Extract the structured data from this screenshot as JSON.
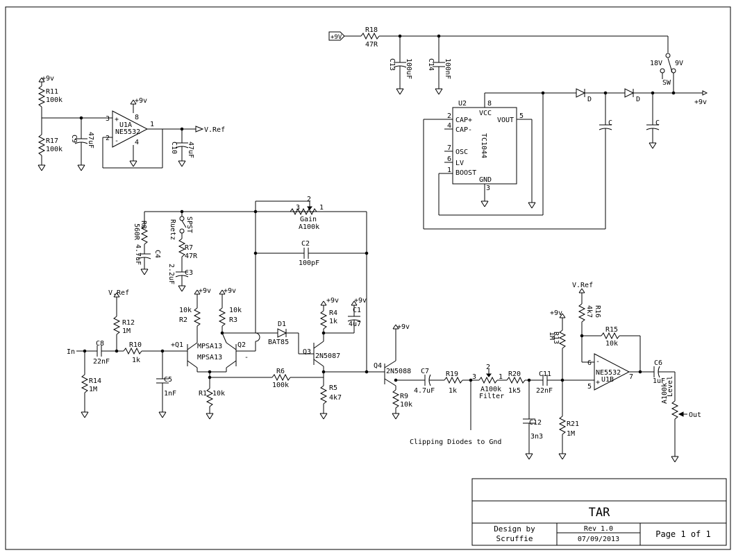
{
  "title_block": {
    "title": "TAR",
    "design_by_line1": "Design by",
    "design_by_line2": "Scruffie",
    "rev": "Rev 1.0",
    "date": "07/09/2013",
    "page": "Page 1 of 1"
  },
  "labels": {
    "r11": "R11",
    "r11v": "100k",
    "r17": "R17",
    "r17v": "100k",
    "c9": "C9",
    "c9v": "47uF",
    "u1a": "U1A",
    "u1a_part": "NE5532",
    "c10": "C10",
    "c10v": "47uF",
    "vref_out": "V.Ref",
    "vref_r12": "V.Ref",
    "vref_r16": "V.Ref",
    "p9v_r11": "+9v",
    "p9v_u1a": "+9v",
    "p9v_r2": "+9v",
    "p9v_r3": "+9v",
    "p9v_r4": "+9v",
    "p9v_c1": "+9v",
    "p9v_q4": "+9v",
    "p9v_r13": "+9v",
    "pin_u1a_3": "3",
    "pin_u1a_2": "2",
    "pin_u1a_8": "8",
    "pin_u1a_4": "4",
    "pin_u1a_1": "1",
    "plus9v_in": "+9V",
    "r18": "R18",
    "r18v": "47R",
    "c13": "C13",
    "c13v": "100uF",
    "c14": "C14",
    "c14v": "100nF",
    "sw_18v": "18V",
    "sw_9v": "9V",
    "sw": "SW",
    "out_9v": "+9v",
    "u2": "U2",
    "u2_part": "TC1044",
    "u2_vcc": "VCC",
    "u2_capp": "CAP+",
    "u2_capm": "CAP-",
    "u2_osc": "OSC",
    "u2_lv": "LV",
    "u2_boost": "BOOST",
    "u2_vout": "VOUT",
    "u2_gnd": "GND",
    "u2_p8": "8",
    "u2_p2": "2",
    "u2_p4": "4",
    "u2_p7": "7",
    "u2_p6": "6",
    "u2_p1": "1",
    "u2_p5": "5",
    "u2_p3": "3",
    "d_a": "D",
    "d_b": "D",
    "c_a": "C",
    "c_b": "C",
    "gain_pin2": "2",
    "gain_pin3": "3",
    "gain_pin1": "1",
    "gain": "Gain",
    "gain_v": "A100k",
    "r8": "R8",
    "r8v": "560R",
    "c4": "C4",
    "c4v": "4.7uF",
    "spst": "SPST",
    "ruetz": "Ruetz",
    "r7": "R7",
    "r7v": "47R",
    "c3": "C3",
    "c3v": "2.2uF",
    "c2": "C2",
    "c2v": "100pF",
    "r2": "R2",
    "r2v": "10k",
    "r3": "R3",
    "r3v": "10k",
    "q1": "+Q1",
    "q2": "Q2",
    "mpsa_a": "MPSA13",
    "mpsa_b": "MPSA13",
    "minus_q2": "-",
    "in": "In",
    "c8": "C8",
    "c8v": "22nF",
    "r12": "R12",
    "r12v": "1M",
    "r10": "R10",
    "r10v": "1k",
    "r14": "R14",
    "r14v": "1M",
    "c5": "C5",
    "c5v": "1nF",
    "r1": "R1",
    "r1v": "10k",
    "d1": "D1",
    "d1v": "BAT85",
    "r6": "R6",
    "r6v": "100k",
    "q3": "Q3",
    "q3_part": "2N5087",
    "r4": "R4",
    "r4v": "1k",
    "c1": "C1",
    "c1v": "4u7",
    "r5": "R5",
    "r5v": "4k7",
    "q4": "Q4",
    "q4_part": "2N5088",
    "r9": "R9",
    "r9v": "10k",
    "c7": "C7",
    "c7v": "4.7uF",
    "r19": "R19",
    "r19v": "1k",
    "filter_pin2": "2",
    "filter_pin3": "3",
    "filter_pin1": "1",
    "filter_v": "A100k",
    "filter": "Filter",
    "r20": "R20",
    "r20v": "1k5",
    "c11": "C11",
    "c11v": "22nF",
    "c12": "C12",
    "c12v": "3n3",
    "clipping": "Clipping Diodes to Gnd",
    "r13": "R13",
    "r13v": "1M",
    "r21": "R21",
    "r21v": "1M",
    "r16": "R16",
    "r16v": "4k7",
    "r15": "R15",
    "r15v": "10k",
    "u1b": "U1B",
    "u1b_part": "NE5532",
    "pin_u1b_6": "6",
    "pin_u1b_5": "5",
    "pin_u1b_7": "7",
    "c6": "C6",
    "c6v": "1uF",
    "level_v": "A100k",
    "level": "Level",
    "out": "Out"
  }
}
